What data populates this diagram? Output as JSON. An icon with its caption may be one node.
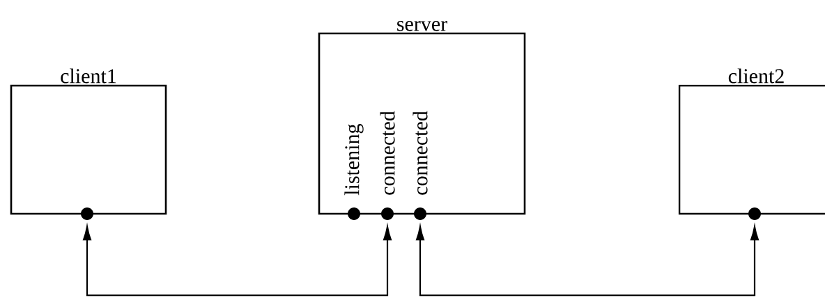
{
  "diagram": {
    "nodes": [
      {
        "text": [
          "client1"
        ]
      },
      {
        "text": [],
        "shape": "circle",
        "in": 0
      },
      {
        "text": [
          "server"
        ]
      },
      {
        "text": [],
        "shape": "circle",
        "in": 2,
        "beside": [
          "listening"
        ]
      },
      {
        "text": [],
        "shape": "circle",
        "in": 2,
        "beside": [
          "connected"
        ]
      },
      {
        "text": [],
        "shape": "circle",
        "in": 2,
        "beside": [
          "connected"
        ]
      },
      {
        "text": [
          "client2"
        ]
      },
      {
        "text": [],
        "shape": "circle",
        "in": 6
      }
    ],
    "edges": [
      {
        "from": 1,
        "to": 4,
        "arrow": "both"
      },
      {
        "from": 5,
        "to": 7,
        "arrow": "both"
      }
    ]
  }
}
